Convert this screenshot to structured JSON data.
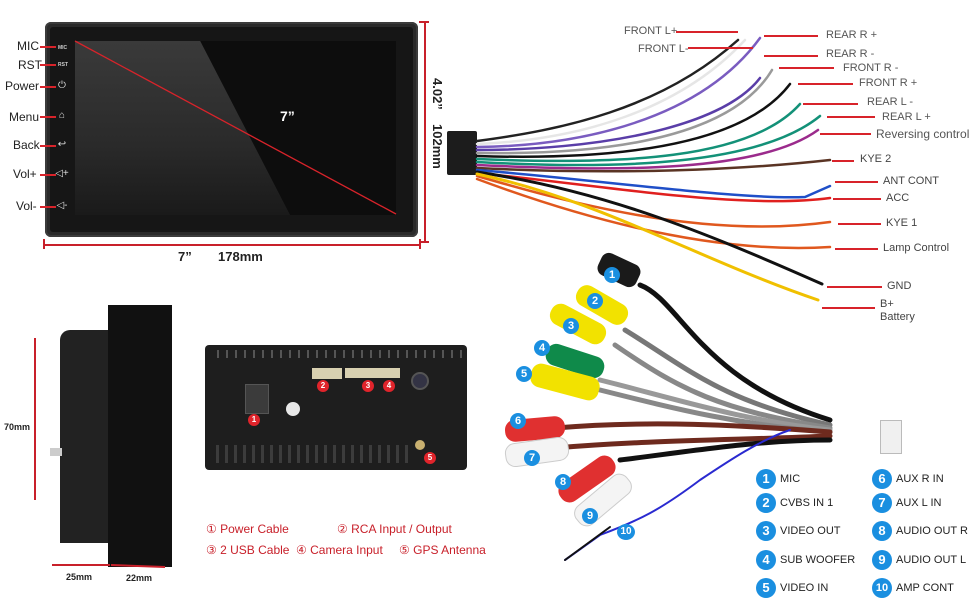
{
  "front_view": {
    "button_labels": [
      "MIC",
      "RST",
      "Power",
      "Menu",
      "Back",
      "Vol+",
      "Vol-"
    ],
    "panel_labels": [
      "MIC",
      "RST"
    ],
    "diagonal_label": "7”",
    "width_inches": "7”",
    "width_mm": "178mm",
    "height_inches": "4.02”",
    "height_mm": "102mm",
    "icons": [
      "power-icon",
      "home-icon",
      "back-icon",
      "volume-up-icon",
      "volume-down-icon"
    ]
  },
  "wiring_harness": {
    "labels": [
      "FRONT L+",
      "FRONT L-",
      "REAR R +",
      "REAR R -",
      "FRONT R -",
      "FRONT R +",
      "REAR L -",
      "REAR L +",
      "Reversing control",
      "KYE 2",
      "ANT CONT",
      "ACC",
      "KYE 1",
      "Lamp Control",
      "GND",
      "B+",
      "Battery"
    ],
    "wire_colors": {
      "front_l_plus": "#eeeeee",
      "front_l_minus": "#222222",
      "rear_r_plus": "#7a5cc0",
      "rear_r_minus": "#5a3ea8",
      "front_r_minus": "#9a9a9a",
      "front_r_plus": "#111111",
      "rear_l_minus": "#139178",
      "rear_l_plus": "#1a1a1a",
      "reversing": "#9b2b8c",
      "kye2": "#5a3424",
      "ant_cont": "#1f4fc8",
      "acc": "#e0201f",
      "kye1": "#e0581e",
      "lamp": "#e0581e",
      "gnd": "#111111",
      "battery": "#f0c000"
    }
  },
  "side_view": {
    "height": "70mm",
    "depth_rear": "25mm",
    "depth_front": "22mm"
  },
  "back_view": {
    "callouts": [
      "1",
      "2",
      "3",
      "4",
      "5"
    ],
    "legend": [
      {
        "num": "①",
        "text": "Power Cable"
      },
      {
        "num": "②",
        "text": "RCA Input / Output"
      },
      {
        "num": "③",
        "text": "2 USB Cable"
      },
      {
        "num": "④",
        "text": "Camera Input"
      },
      {
        "num": "⑤",
        "text": "GPS Antenna"
      }
    ]
  },
  "rca_harness": {
    "callouts": [
      "1",
      "2",
      "3",
      "4",
      "5",
      "6",
      "7",
      "8",
      "9",
      "10"
    ],
    "legend": [
      {
        "num": "1",
        "text": "MIC"
      },
      {
        "num": "2",
        "text": "CVBS IN 1"
      },
      {
        "num": "3",
        "text": "VIDEO OUT"
      },
      {
        "num": "4",
        "text": "SUB WOOFER"
      },
      {
        "num": "5",
        "text": "VIDEO IN"
      },
      {
        "num": "6",
        "text": "AUX R IN"
      },
      {
        "num": "7",
        "text": "AUX L IN"
      },
      {
        "num": "8",
        "text": "AUDIO OUT R"
      },
      {
        "num": "9",
        "text": "AUDIO OUT L"
      },
      {
        "num": "10",
        "text": "AMP CONT"
      }
    ]
  },
  "colors": {
    "accent_red": "#d8232a",
    "badge_blue": "#1a8fe0",
    "legend_red": "#c8202a"
  }
}
